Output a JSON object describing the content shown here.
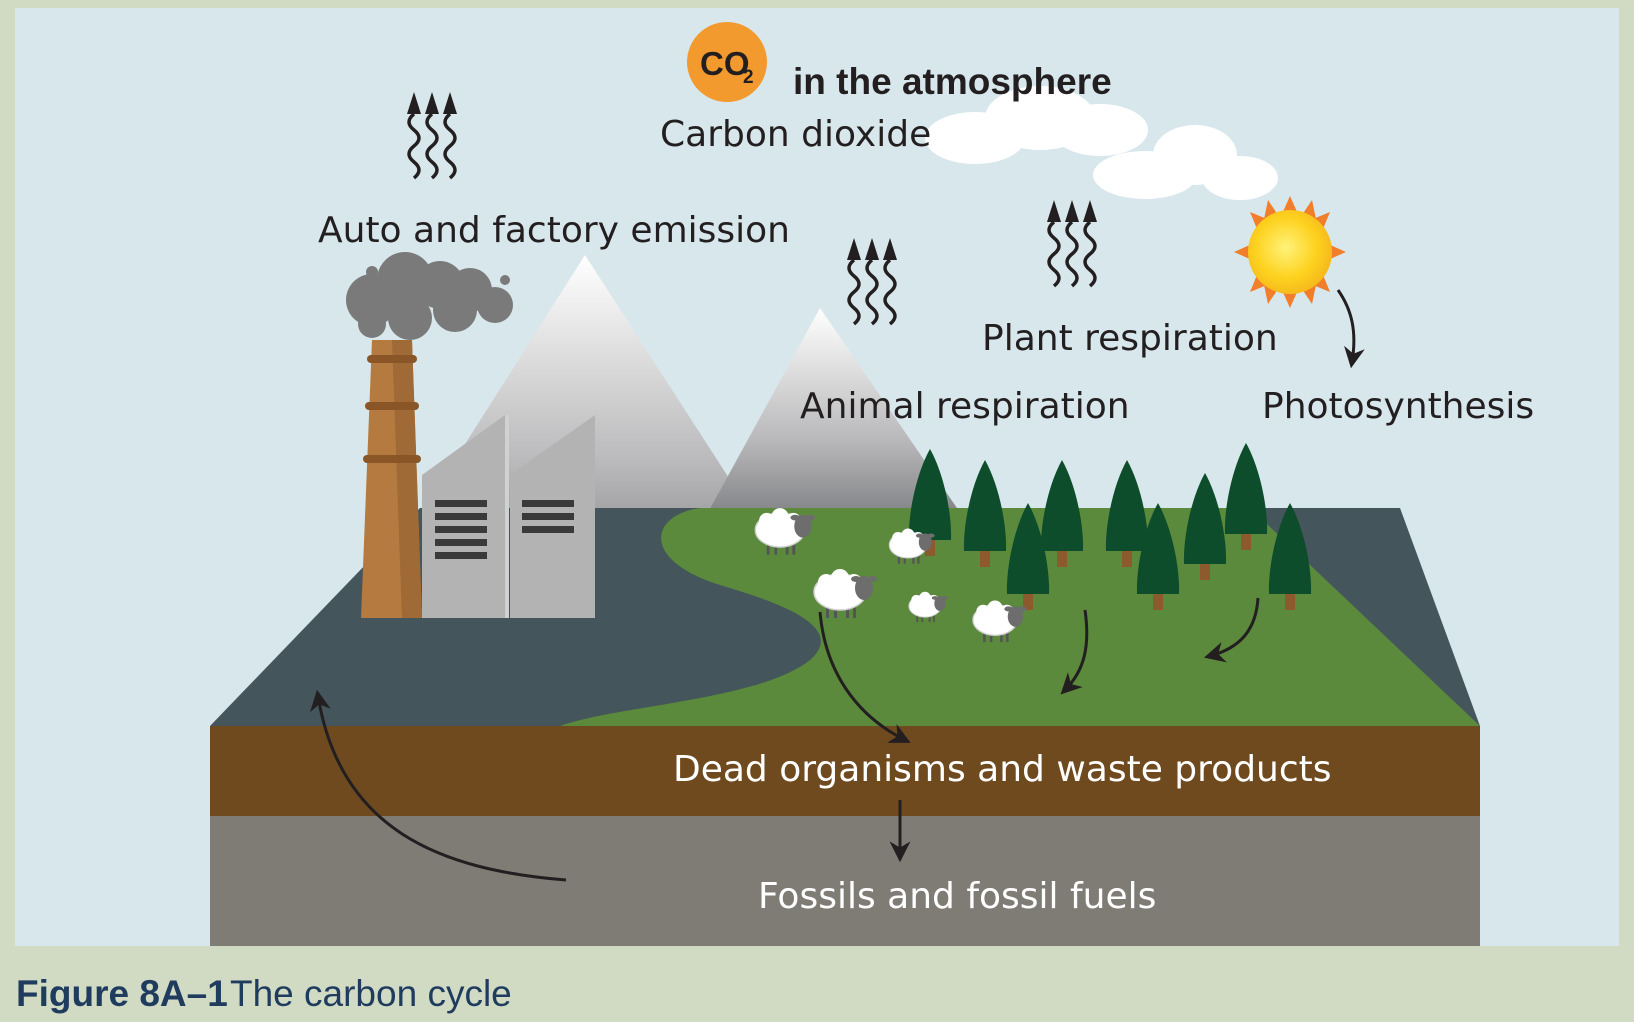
{
  "colors": {
    "frame": "#d1dac3",
    "sky": "#d8e7ec",
    "grass": "#5b8a3c",
    "water": "#44555c",
    "soil": "#6f4a1f",
    "rock": "#7f7c76",
    "chimney": "#b57a3f",
    "smoke": "#7a7a7a",
    "factory": "#b3b3b3",
    "tree": "#0d4d2b",
    "sun": "#fdd21f",
    "co2_badge": "#f39a2e",
    "caption": "#1f3b5e"
  },
  "atmosphere": {
    "co2_badge_main": "CO",
    "co2_badge_sub": "2",
    "heading": "in the atmosphere",
    "subheading": "Carbon dioxide"
  },
  "labels": {
    "emission": "Auto and factory emission",
    "animal_respiration": "Animal respiration",
    "plant_respiration": "Plant respiration",
    "photosynthesis": "Photosynthesis",
    "dead_organisms": "Dead organisms and waste products",
    "fossils": "Fossils and fossil fuels"
  },
  "caption": {
    "number": "Figure 8A–1",
    "title": "The carbon cycle"
  },
  "icons": [
    "rising-heat-icon",
    "sun-icon",
    "cloud-icon",
    "smoke-icon",
    "tree-icon",
    "sheep-icon",
    "flow-arrow-icon"
  ]
}
